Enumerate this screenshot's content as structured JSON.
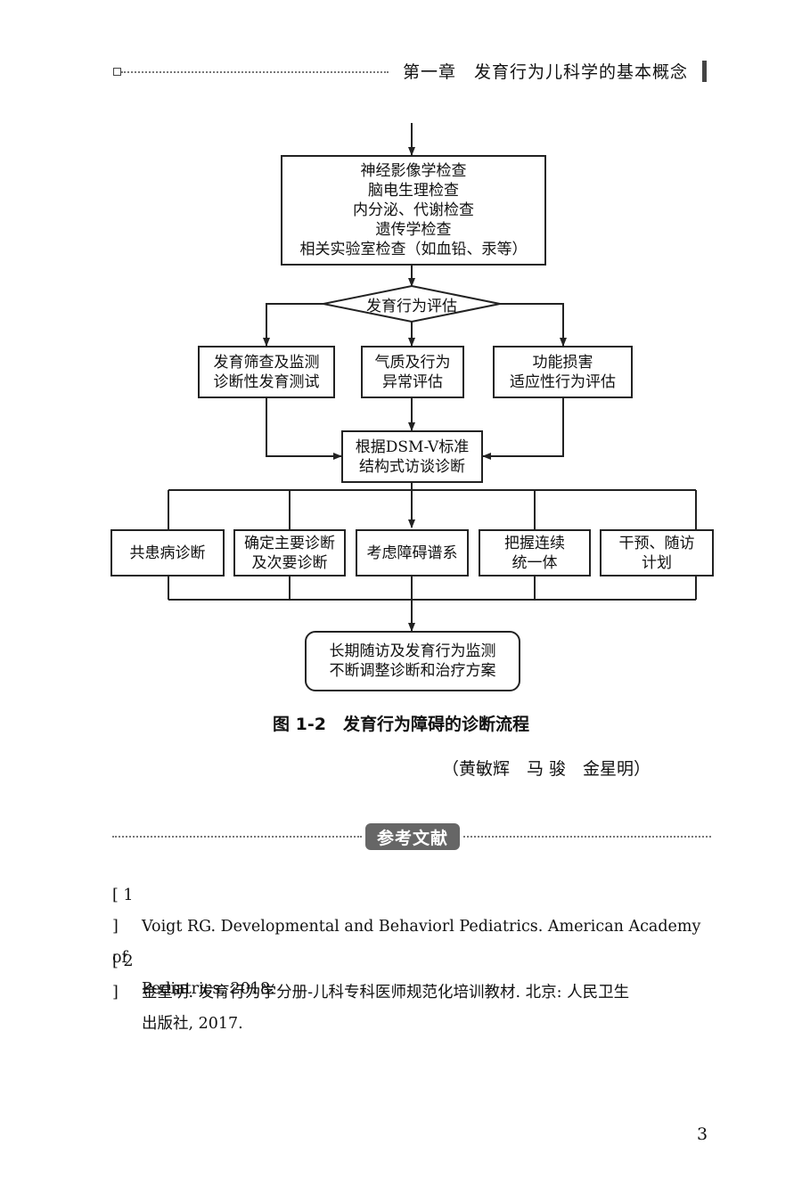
{
  "header": {
    "chapter_title": "第一章　发育行为儿科学的基本概念"
  },
  "flowchart": {
    "exams": "神经影像学检查\n脑电生理检查\n内分泌、代谢检查\n遗传学检查\n相关实验室检查（如血铅、汞等）",
    "assessment": "发育行为评估",
    "branch_left": "发育筛查及监测\n诊断性发育测试",
    "branch_mid": "气质及行为\n异常评估",
    "branch_right": "功能损害\n适应性行为评估",
    "dsm": "根据DSM-V标准\n结构式访谈诊断",
    "outcome_1": "共患病诊断",
    "outcome_2": "确定主要诊断\n及次要诊断",
    "outcome_3": "考虑障碍谱系",
    "outcome_4": "把握连续\n统一体",
    "outcome_5": "干预、随访\n计划",
    "final": "长期随访及发育行为监测\n不断调整诊断和治疗方案"
  },
  "figure_caption": "图 1-2　发育行为障碍的诊断流程",
  "authors": "（黄敏辉　马 骏　金星明）",
  "references_title": "参考文献",
  "references": [
    {
      "num": "[ 1 ]",
      "line1": "Voigt RG. Developmental and Behaviorl Pediatrics. American Academy of",
      "line2": "Pediatrics, 2018."
    },
    {
      "num": "[ 2 ]",
      "line1": "金星明. 发育行为学分册-儿科专科医师规范化培训教材. 北京: 人民卫生",
      "line2": "出版社, 2017."
    }
  ],
  "page_number": "3"
}
